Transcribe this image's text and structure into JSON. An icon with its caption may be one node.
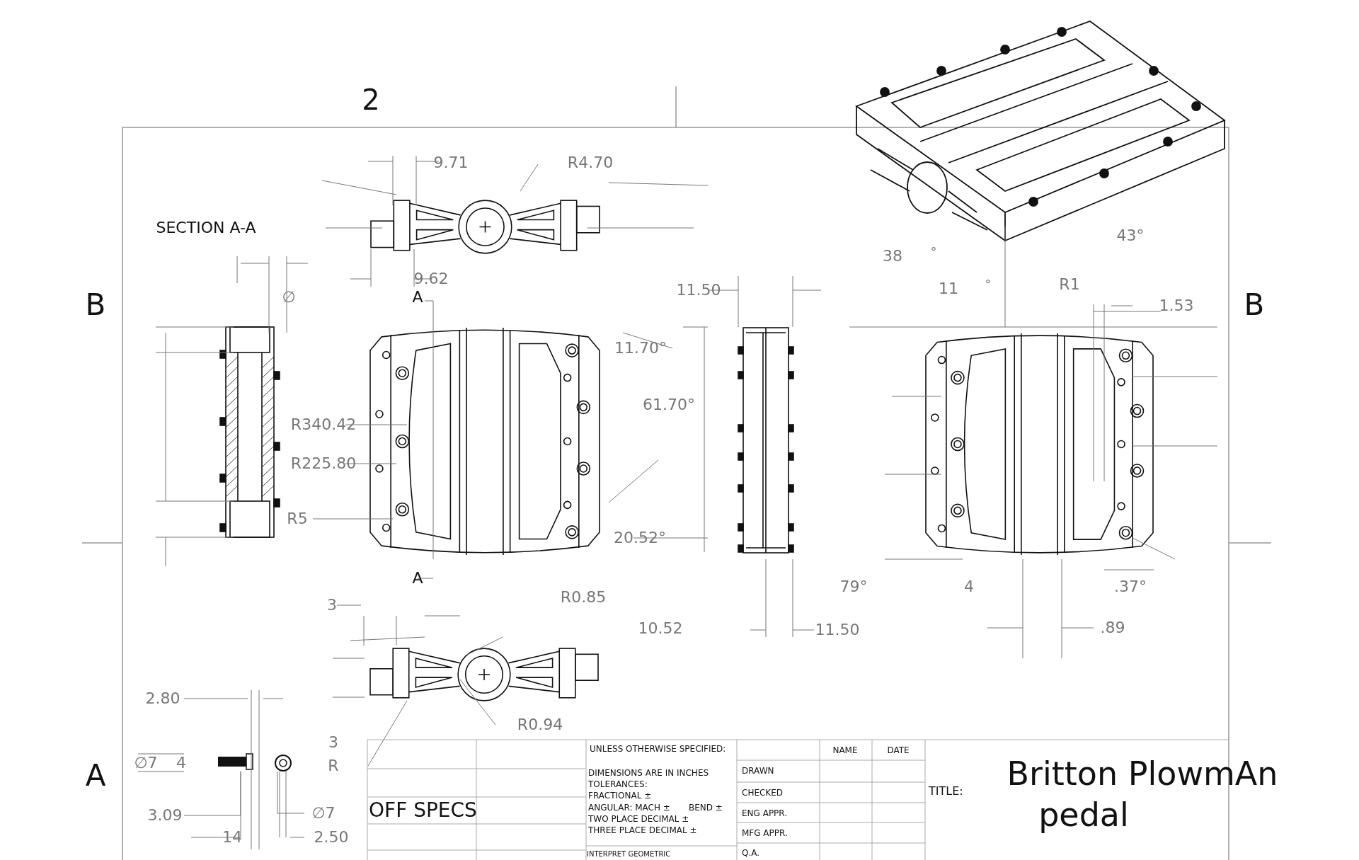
{
  "diagram": {
    "labels": [
      "2",
      "SECTION A-A",
      "9.71",
      "R4.70",
      "9.62",
      "∅",
      "B",
      "A",
      "11.50",
      "38",
      "°",
      "11",
      "°",
      "R1",
      "43°",
      "1.53",
      "B",
      "11.70°",
      "61.70°",
      "R340.42",
      "R225.80",
      "R5",
      "20.52°",
      "A",
      "79°",
      "4",
      ".37°",
      "3",
      "R0.85",
      "10.52",
      "11.50",
      ".89",
      "2.80",
      "R0.94",
      "3",
      "A",
      "∅7",
      "4",
      "R",
      "3.09",
      "∅7",
      "14",
      "2.50",
      "UNLESS OTHERWISE SPECIFIED:",
      "NAME",
      "DATE",
      "DIMENSIONS ARE IN INCHES",
      "DRAWN",
      "Britton PlowmAn",
      "TOLERANCES:",
      "FRACTIONAL ±",
      "CHECKED",
      "TITLE:",
      "OFF SPECS",
      "ANGULAR: MACH ±",
      "BEND ±",
      "ENG APPR.",
      "pedal",
      "TWO PLACE DECIMAL ±",
      "THREE PLACE DECIMAL ±",
      "MFG APPR.",
      "INTERPRET GEOMETRIC",
      "Q.A."
    ]
  }
}
